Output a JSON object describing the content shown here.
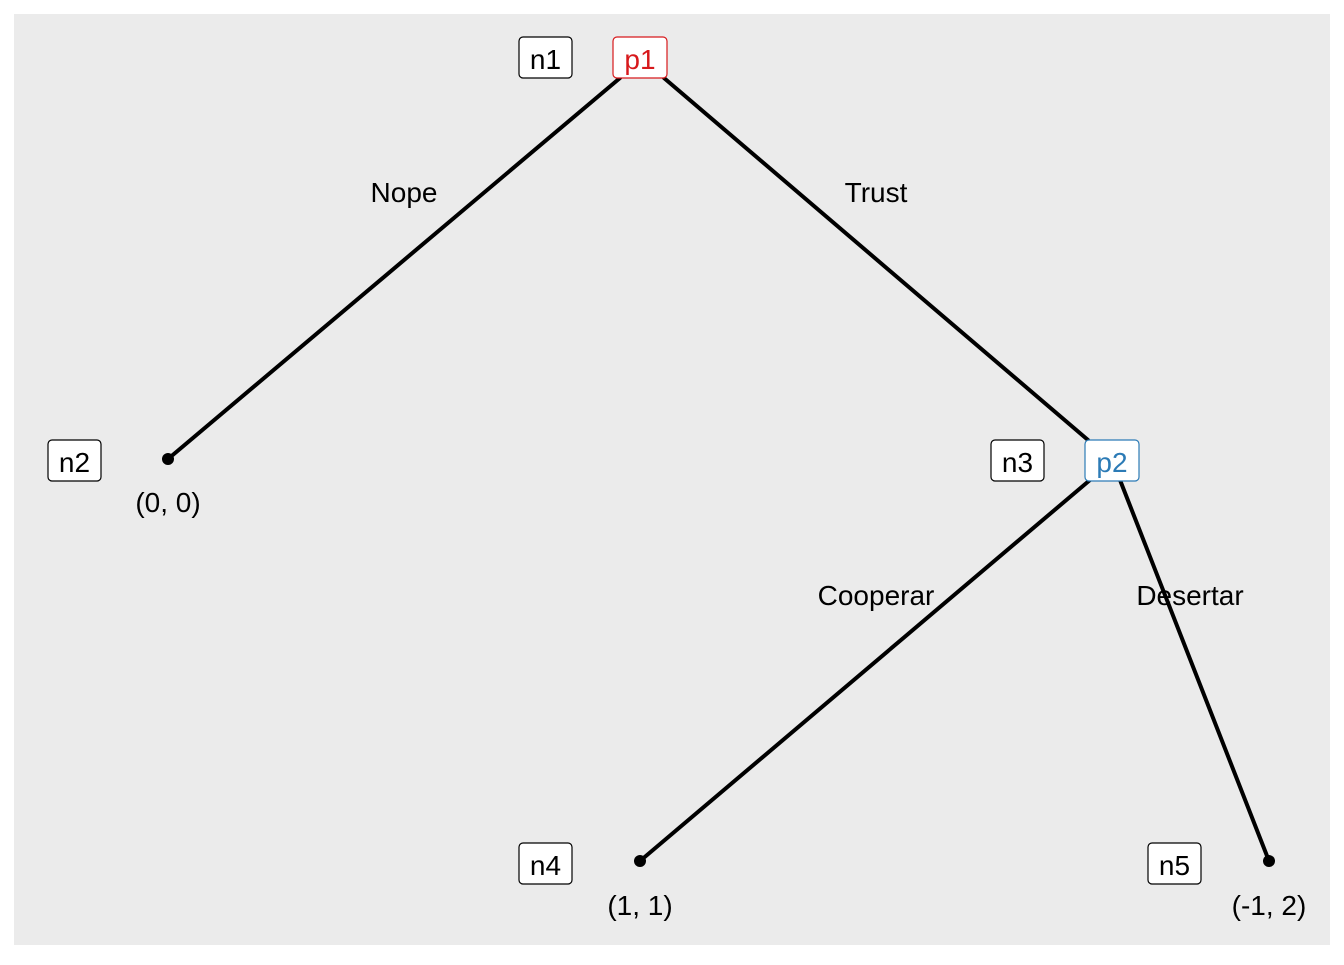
{
  "colors": {
    "panel_background": "#EBEBEB",
    "edge": "#000000",
    "player_1": "#D7191C",
    "player_2": "#2C7BB6",
    "node_label_border": "#000000",
    "label_fill": "#FFFFFF"
  },
  "nodes": [
    {
      "id": "n1",
      "player": "p1",
      "player_color": "player_1"
    },
    {
      "id": "n2",
      "payoff": "(0, 0)"
    },
    {
      "id": "n3",
      "player": "p2",
      "player_color": "player_2"
    },
    {
      "id": "n4",
      "payoff": "(1, 1)"
    },
    {
      "id": "n5",
      "payoff": "(-1, 2)"
    }
  ],
  "edges": [
    {
      "from": "n1",
      "to": "n2",
      "action": "Nope"
    },
    {
      "from": "n1",
      "to": "n3",
      "action": "Trust"
    },
    {
      "from": "n3",
      "to": "n4",
      "action": "Cooperar"
    },
    {
      "from": "n3",
      "to": "n5",
      "action": "Desertar"
    }
  ]
}
